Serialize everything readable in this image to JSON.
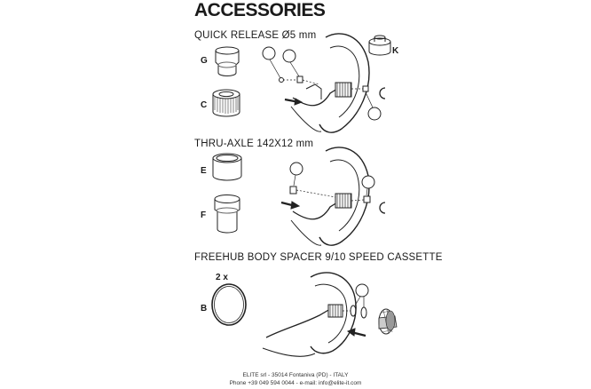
{
  "title": "ACCESSORIES",
  "sections": [
    {
      "heading": "QUICK RELEASE Ø5 mm",
      "parts": [
        "G",
        "C"
      ],
      "callouts": [
        "C",
        "G",
        "K"
      ],
      "extra_label": "K"
    },
    {
      "heading": "THRU-AXLE 142X12 mm",
      "parts": [
        "E",
        "F"
      ],
      "callouts": [
        "F",
        "E"
      ]
    },
    {
      "heading": "FREEHUB BODY SPACER  9/10 SPEED CASSETTE",
      "quantity": "2 x",
      "parts": [
        "B"
      ],
      "callouts": [
        "B"
      ]
    }
  ],
  "footer": {
    "line1": "ELITE srl - 35014 Fontaniva (PD) - ITALY",
    "line2": "Phone +39 049 594 0044 - e-mail: info@elite-it.com"
  }
}
